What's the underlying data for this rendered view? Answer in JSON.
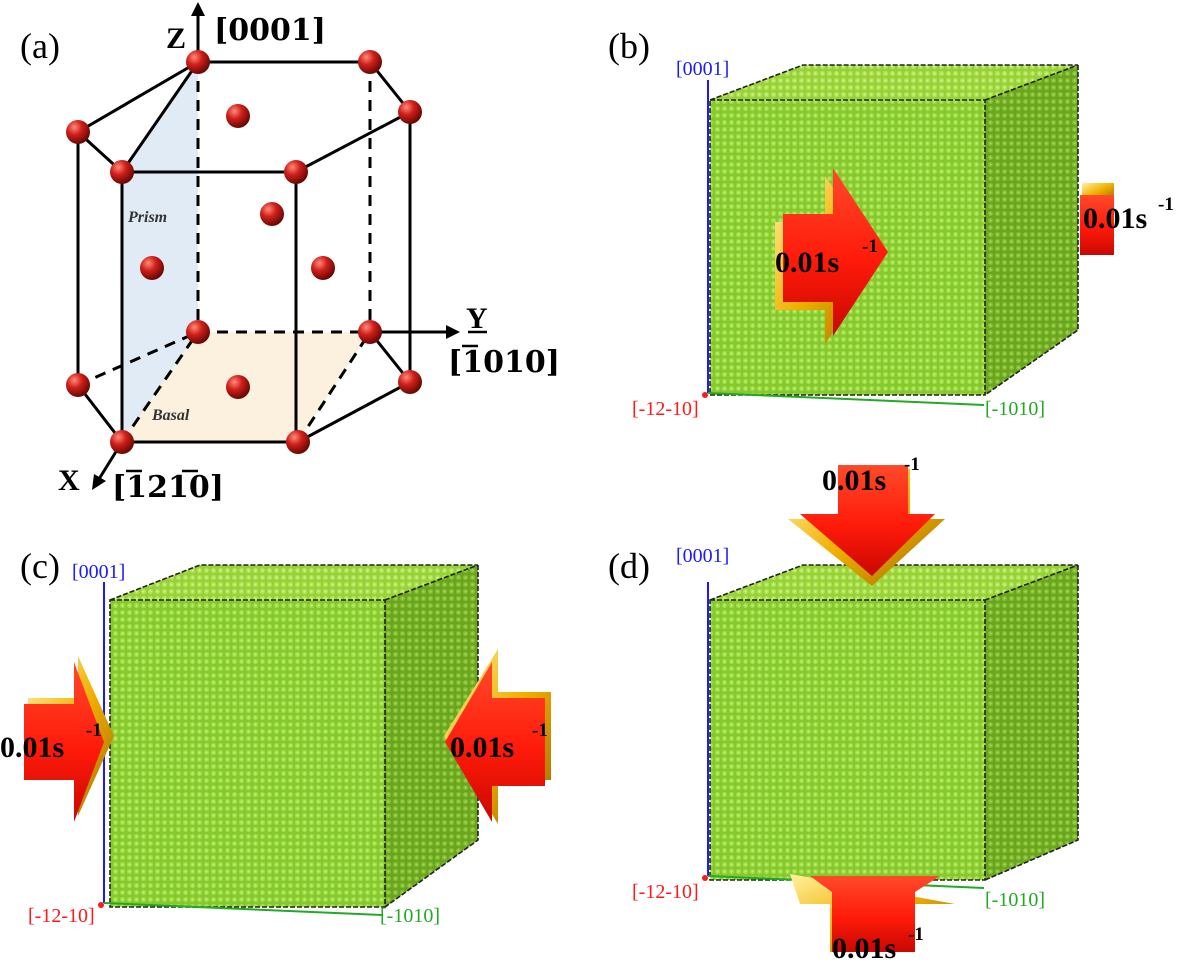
{
  "panels": {
    "a": "(a)",
    "b": "(b)",
    "c": "(c)",
    "d": "(d)"
  },
  "lattice": {
    "z_axis": "Z",
    "z_dir": "[0001]",
    "y_axis": "Y",
    "y_dir": "[1010]",
    "x_axis": "X",
    "x_dir": "[1210]",
    "prism_label": "Prism",
    "basal_label": "Basal"
  },
  "directions": {
    "vertical": "[0001]",
    "depth": "[-12-10]",
    "horizontal": "[-1010]"
  },
  "strain_rate": {
    "value": "0.01s",
    "exponent": "-1"
  },
  "colors": {
    "atom": "#d0201a",
    "cube_front": "#86c92e",
    "cube_top": "#9ed63f",
    "cube_side": "#6da922",
    "arrow_red": "#ff1a0a",
    "arrow_gold": "#f0b000",
    "axis_blue": "#1a1aff",
    "axis_red": "#ff1a1a",
    "axis_green": "#22aa22",
    "prism_fill": "#dbe8f5",
    "basal_fill": "#fbf0dc"
  }
}
